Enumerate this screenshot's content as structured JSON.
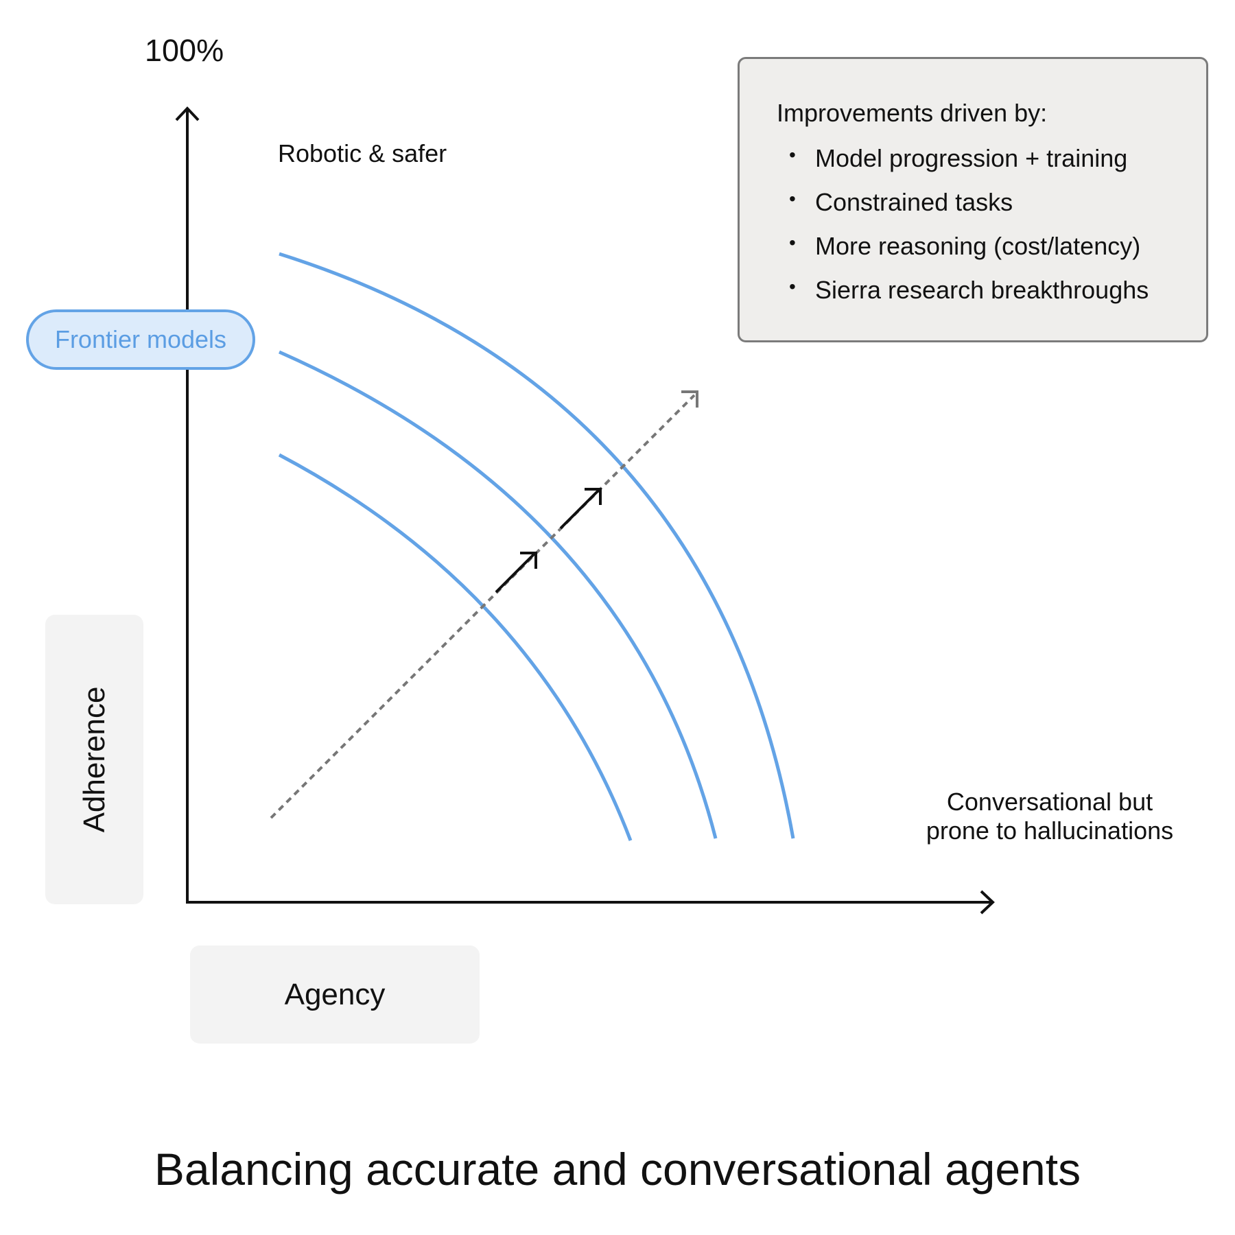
{
  "title": "Balancing accurate and conversational agents",
  "y_axis": {
    "max_label": "100%",
    "label": "Adherence"
  },
  "x_axis": {
    "label": "Agency"
  },
  "annotations": {
    "top": "Robotic & safer",
    "bottom_right_line1": "Conversational but",
    "bottom_right_line2": "prone to hallucinations",
    "frontier": "Frontier models"
  },
  "legend": {
    "title": "Improvements driven by:",
    "items": [
      "Model progression + training",
      "Constrained tasks",
      "More reasoning (cost/latency)",
      "Sierra research breakthroughs"
    ]
  },
  "colors": {
    "curve": "#63a3e6",
    "frontier_fill": "#dcebfb",
    "legend_fill": "#efeeec",
    "label_box": "#f3f3f3",
    "dotted_arrow": "#777777"
  }
}
